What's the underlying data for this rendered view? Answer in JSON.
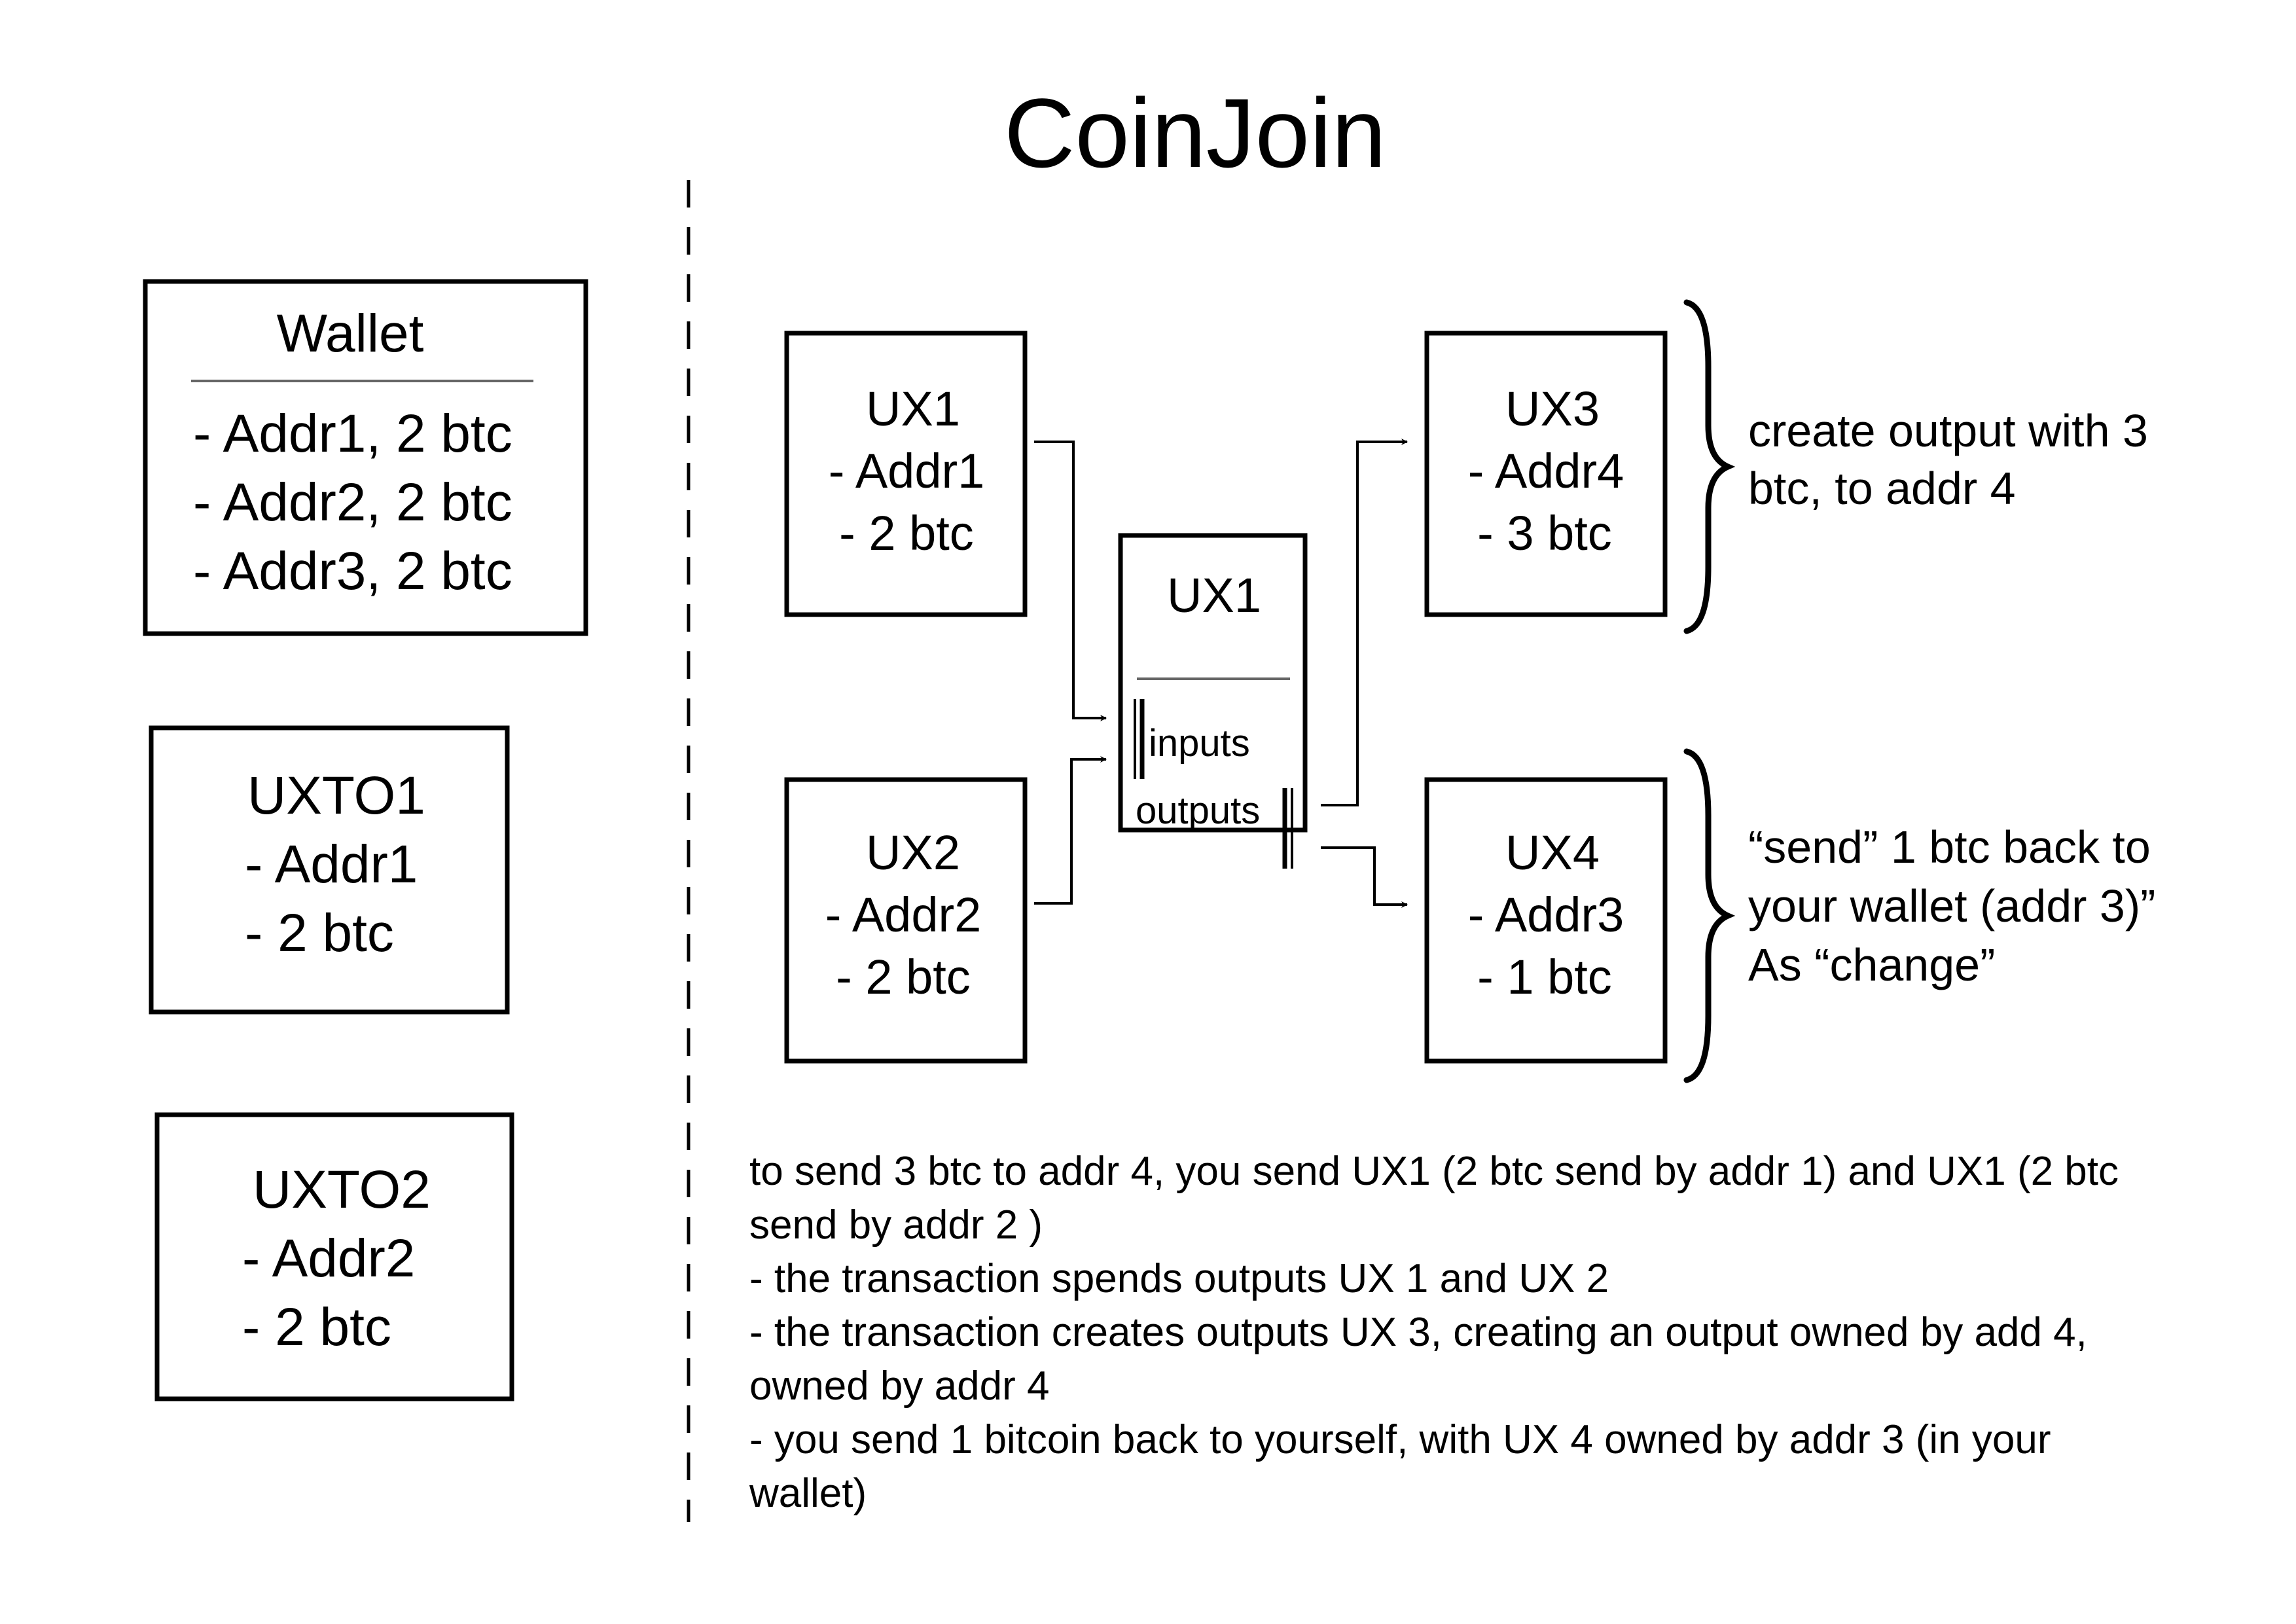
{
  "title": "CoinJoin",
  "wallet": {
    "heading": "Wallet",
    "items": [
      "- Addr1, 2 btc",
      "- Addr2, 2 btc",
      "- Addr3, 2 btc"
    ]
  },
  "utxo_boxes": [
    {
      "title": "UXTO1",
      "lines": [
        "- Addr1",
        "- 2 btc"
      ]
    },
    {
      "title": "UXTO2",
      "lines": [
        "- Addr2",
        "- 2 btc"
      ]
    }
  ],
  "inputs": [
    {
      "title": "UX1",
      "lines": [
        "- Addr1",
        "- 2 btc"
      ]
    },
    {
      "title": "UX2",
      "lines": [
        "- Addr2",
        "- 2 btc"
      ]
    }
  ],
  "transaction": {
    "title": "UX1",
    "inputs_label": "inputs",
    "outputs_label": "outputs"
  },
  "outputs": [
    {
      "title": "UX3",
      "lines": [
        "- Addr4",
        "- 3 btc"
      ]
    },
    {
      "title": "UX4",
      "lines": [
        "- Addr3",
        "- 1 btc"
      ]
    }
  ],
  "annotations": {
    "top": [
      "create output with 3",
      "btc, to addr 4"
    ],
    "bottom": [
      "“send” 1 btc back to",
      "your wallet (addr 3)”",
      "As “change”"
    ]
  },
  "explanation": [
    "to send 3 btc to addr 4, you send UX1 (2 btc send by addr 1) and UX1 (2 btc",
    "send by addr 2 )",
    "- the transaction spends outputs UX 1 and UX 2",
    "- the transaction creates outputs UX 3, creating an output owned by add 4,",
    "owned by addr 4",
    "- you send 1 bitcoin back to yourself, with UX 4 owned by addr 3 (in your",
    "wallet)"
  ]
}
